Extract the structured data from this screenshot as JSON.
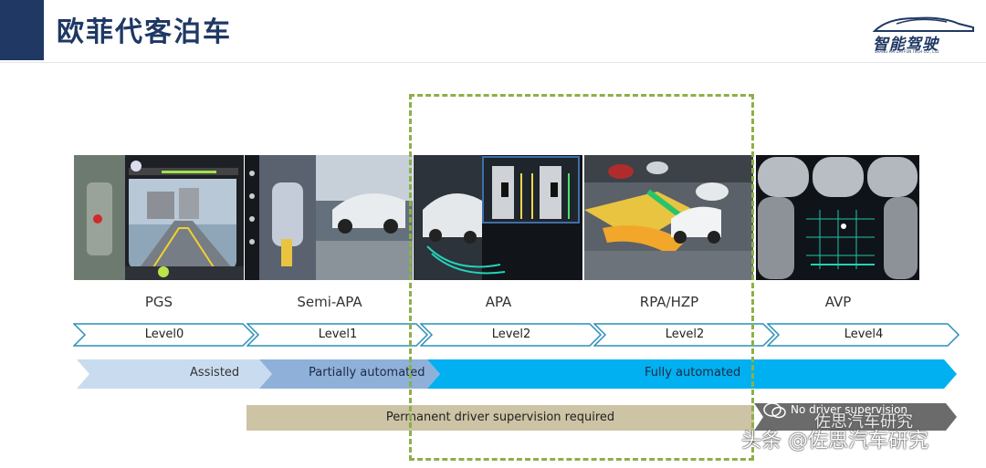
{
  "header": {
    "title": "欧菲代客泊车",
    "logo_cn": "智能驾驶",
    "logo_sub": "SHANG HAI ZHI FUN TECH CO., LTD"
  },
  "stages": [
    {
      "label": "PGS",
      "level": "Level0"
    },
    {
      "label": "Semi-APA",
      "level": "Level1"
    },
    {
      "label": "APA",
      "level": "Level2"
    },
    {
      "label": "RPA/HZP",
      "level": "Level2"
    },
    {
      "label": "AVP",
      "level": "Level4"
    }
  ],
  "automation": {
    "assisted": "Assisted",
    "partially": "Partially automated",
    "fully": "Fully automated"
  },
  "supervision": {
    "permanent": "Permanent driver supervision required",
    "none": "No driver supervision"
  },
  "watermark": {
    "main": "头条 @佐思汽车研究",
    "secondary": "佐思汽车研究"
  },
  "colors": {
    "header_blue": "#1f3864",
    "assisted_bar": "#c9dcef",
    "partially_bar": "#8fb0d9",
    "fully_bar": "#00b0f0",
    "permanent_bar": "#cdc3a5",
    "dashed_box": "#8bb04a"
  }
}
